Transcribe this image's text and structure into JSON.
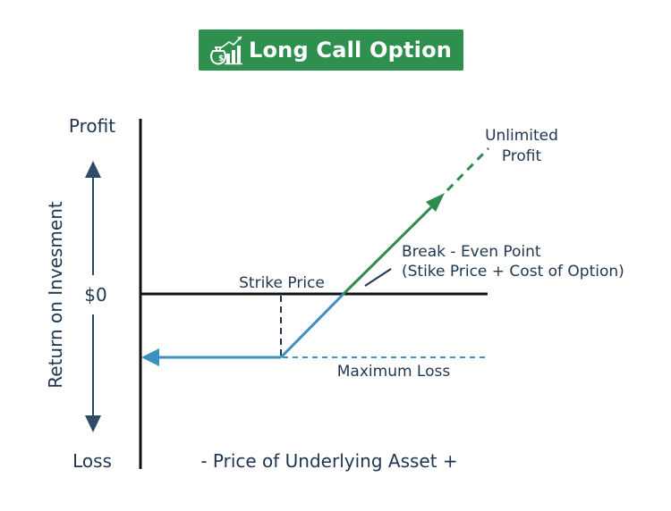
{
  "title": "Long Call Option",
  "title_icon": "money-bag-chart-icon",
  "y_axis": {
    "label": "Return on Invesment",
    "top": "Profit",
    "bottom": "Loss",
    "zero": "$0"
  },
  "x_axis": {
    "label": "- Price of Underlying Asset +"
  },
  "annotations": {
    "strike": "Strike Price",
    "unlimited_line1": "Unlimited",
    "unlimited_line2": "Profit",
    "break_even_line1": "Break - Even Point",
    "break_even_line2": "(Stike Price + Cost of Option)",
    "max_loss": "Maximum Loss"
  },
  "colors": {
    "banner": "#2f8f4e",
    "profit_line": "#2e8b4f",
    "loss_line": "#3a91bd",
    "axis": "#111111",
    "arrows": "#2f4a66",
    "text": "#1f3550"
  }
}
